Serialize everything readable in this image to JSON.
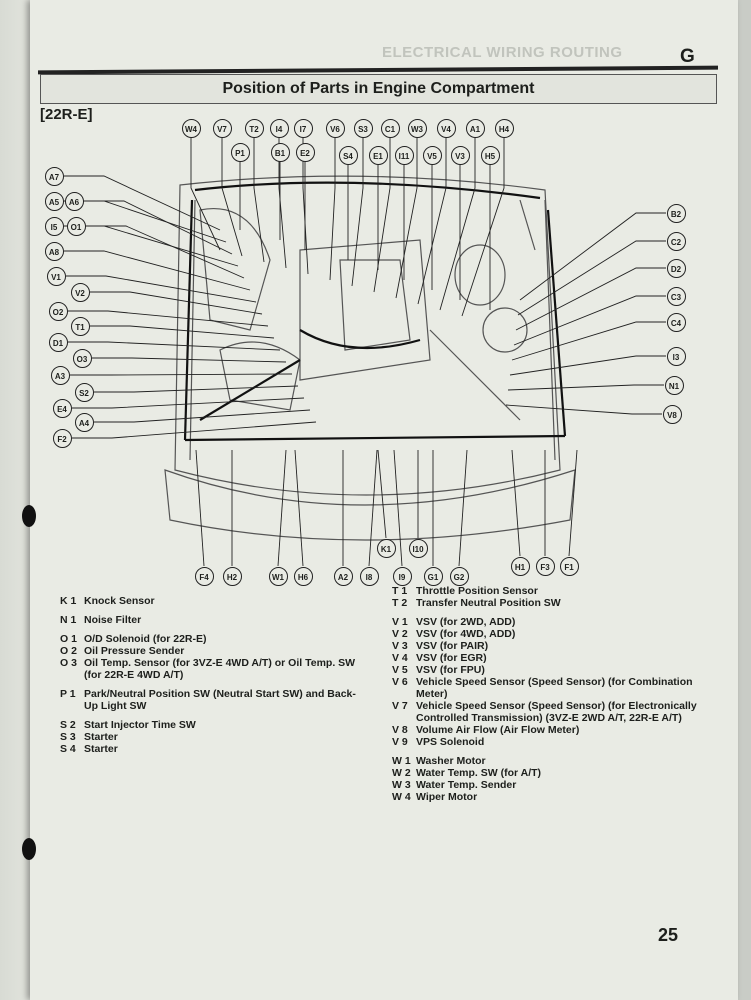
{
  "header": {
    "section_title": "ELECTRICAL WIRING ROUTING",
    "section_letter": "G"
  },
  "title": "Position of Parts in Engine Compartment",
  "model": "[22R-E]",
  "callouts": {
    "top_row": [
      "W4",
      "V7",
      "T2",
      "I4",
      "I7",
      "V6",
      "S3",
      "C1",
      "W3",
      "V4",
      "A1",
      "H4"
    ],
    "second_row": [
      "P1",
      "B1",
      "E2",
      "S4",
      "E1",
      "I11",
      "V5",
      "V3",
      "H5"
    ],
    "left": [
      "A7",
      "A5",
      "A6",
      "I5",
      "O1",
      "A8",
      "V1",
      "V2",
      "O2",
      "T1",
      "D1",
      "O3",
      "A3",
      "S2",
      "E4",
      "A4",
      "F2"
    ],
    "right": [
      "B2",
      "C2",
      "D2",
      "C3",
      "C4",
      "I3",
      "N1",
      "V8"
    ],
    "bottom": [
      "F4",
      "H2",
      "W1",
      "H6",
      "A2",
      "I8",
      "I9",
      "G1",
      "G2",
      "H1",
      "F3",
      "F1",
      "K1",
      "I10"
    ]
  },
  "legend_left": [
    {
      "code": "K 1",
      "text": "Knock Sensor"
    },
    {
      "gap": true
    },
    {
      "code": "N 1",
      "text": "Noise Filter"
    },
    {
      "gap": true
    },
    {
      "code": "O 1",
      "text": "O/D Solenoid (for 22R-E)"
    },
    {
      "code": "O 2",
      "text": "Oil Pressure Sender"
    },
    {
      "code": "O 3",
      "text": "Oil Temp. Sensor (for 3VZ-E 4WD A/T) or Oil Temp. SW (for 22R-E 4WD A/T)"
    },
    {
      "gap": true
    },
    {
      "code": "P 1",
      "text": "Park/Neutral Position SW (Neutral Start SW) and Back-Up Light SW"
    },
    {
      "gap": true
    },
    {
      "code": "S 2",
      "text": "Start Injector Time SW"
    },
    {
      "code": "S 3",
      "text": "Starter"
    },
    {
      "code": "S 4",
      "text": "Starter"
    }
  ],
  "legend_right": [
    {
      "code": "T 1",
      "text": "Throttle Position Sensor"
    },
    {
      "code": "T 2",
      "text": "Transfer Neutral Position SW"
    },
    {
      "gap": true
    },
    {
      "code": "V 1",
      "text": "VSV (for 2WD, ADD)"
    },
    {
      "code": "V 2",
      "text": "VSV (for 4WD, ADD)"
    },
    {
      "code": "V 3",
      "text": "VSV (for PAIR)"
    },
    {
      "code": "V 4",
      "text": "VSV (for EGR)"
    },
    {
      "code": "V 5",
      "text": "VSV (for FPU)"
    },
    {
      "code": "V 6",
      "text": "Vehicle Speed Sensor (Speed Sensor) (for Combination Meter)"
    },
    {
      "code": "V 7",
      "text": "Vehicle Speed Sensor (Speed Sensor) (for Electronically Controlled Transmission) (3VZ-E 2WD A/T, 22R-E A/T)"
    },
    {
      "code": "V 8",
      "text": "Volume Air Flow (Air Flow Meter)"
    },
    {
      "code": "V 9",
      "text": "VPS Solenoid"
    },
    {
      "gap": true
    },
    {
      "code": "W 1",
      "text": "Washer Motor"
    },
    {
      "code": "W 2",
      "text": "Water Temp. SW (for A/T)"
    },
    {
      "code": "W 3",
      "text": "Water Temp. Sender"
    },
    {
      "code": "W 4",
      "text": "Wiper Motor"
    }
  ],
  "page_number": "25"
}
